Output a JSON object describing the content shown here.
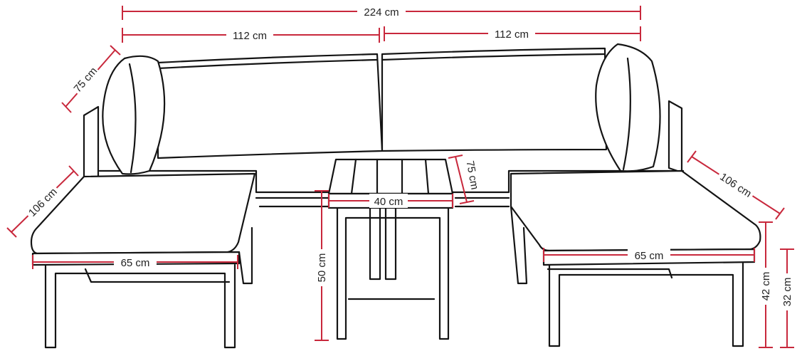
{
  "dimensions": {
    "overall_width": "224 cm",
    "left_section_width": "112 cm",
    "right_section_width": "112 cm",
    "backrest_height": "75 cm",
    "left_ottoman_length": "106 cm",
    "right_ottoman_length": "106 cm",
    "left_ottoman_width": "65 cm",
    "right_ottoman_width": "65 cm",
    "table_top_width": "40 cm",
    "table_top_depth": "75 cm",
    "table_height": "50 cm",
    "ottoman_height": "42 cm",
    "seat_height": "32 cm"
  },
  "colors": {
    "dimension_line": "#c8283c",
    "outline": "#141414"
  }
}
